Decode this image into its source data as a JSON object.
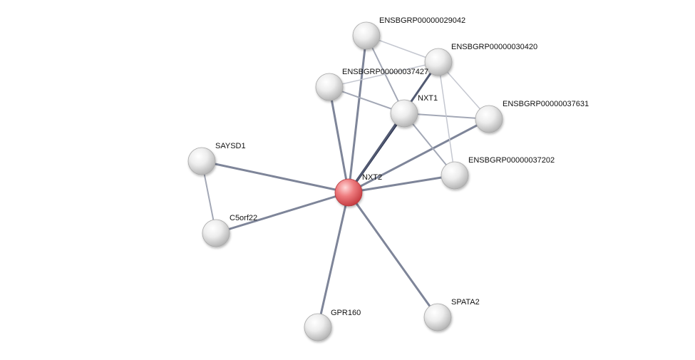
{
  "network": {
    "nodes": [
      {
        "id": "NXT2",
        "label": "NXT2",
        "query": true
      },
      {
        "id": "ENSBGRP00000029042",
        "label": "ENSBGRP00000029042",
        "query": false
      },
      {
        "id": "ENSBGRP00000030420",
        "label": "ENSBGRP00000030420",
        "query": false
      },
      {
        "id": "ENSBGRP00000037427",
        "label": "ENSBGRP00000037427",
        "query": false
      },
      {
        "id": "NXT1",
        "label": "NXT1",
        "query": false
      },
      {
        "id": "ENSBGRP00000037631",
        "label": "ENSBGRP00000037631",
        "query": false
      },
      {
        "id": "ENSBGRP00000037202",
        "label": "ENSBGRP00000037202",
        "query": false
      },
      {
        "id": "SAYSD1",
        "label": "SAYSD1",
        "query": false
      },
      {
        "id": "C5orf22",
        "label": "C5orf22",
        "query": false
      },
      {
        "id": "GPR160",
        "label": "GPR160",
        "query": false
      },
      {
        "id": "SPATA2",
        "label": "SPATA2",
        "query": false
      }
    ],
    "edges": [
      {
        "source": "NXT2",
        "target": "NXT1",
        "confidence": "highest"
      },
      {
        "source": "NXT2",
        "target": "ENSBGRP00000029042",
        "confidence": "medium"
      },
      {
        "source": "NXT2",
        "target": "ENSBGRP00000037427",
        "confidence": "medium"
      },
      {
        "source": "NXT2",
        "target": "ENSBGRP00000030420",
        "confidence": "high"
      },
      {
        "source": "NXT2",
        "target": "ENSBGRP00000037631",
        "confidence": "medium"
      },
      {
        "source": "NXT2",
        "target": "ENSBGRP00000037202",
        "confidence": "medium"
      },
      {
        "source": "NXT2",
        "target": "SAYSD1",
        "confidence": "medium"
      },
      {
        "source": "NXT2",
        "target": "C5orf22",
        "confidence": "medium"
      },
      {
        "source": "NXT2",
        "target": "GPR160",
        "confidence": "medium"
      },
      {
        "source": "NXT2",
        "target": "SPATA2",
        "confidence": "medium"
      },
      {
        "source": "SAYSD1",
        "target": "C5orf22",
        "confidence": "low"
      },
      {
        "source": "ENSBGRP00000029042",
        "target": "ENSBGRP00000030420",
        "confidence": "lowest"
      },
      {
        "source": "ENSBGRP00000029042",
        "target": "NXT1",
        "confidence": "low"
      },
      {
        "source": "ENSBGRP00000037427",
        "target": "ENSBGRP00000030420",
        "confidence": "lowest"
      },
      {
        "source": "ENSBGRP00000037427",
        "target": "NXT1",
        "confidence": "low"
      },
      {
        "source": "NXT1",
        "target": "ENSBGRP00000037631",
        "confidence": "low"
      },
      {
        "source": "NXT1",
        "target": "ENSBGRP00000037202",
        "confidence": "low"
      },
      {
        "source": "ENSBGRP00000030420",
        "target": "ENSBGRP00000037631",
        "confidence": "lowest"
      },
      {
        "source": "ENSBGRP00000030420",
        "target": "ENSBGRP00000037202",
        "confidence": "lowest"
      }
    ],
    "colors": {
      "query_node": "#e0474c",
      "query_node_highlight": "#ffd6d6",
      "partner_node": "#b9b9b9",
      "partner_node_highlight": "#ffffff",
      "edge_highest": "#2b3350",
      "edge_high": "#525a72",
      "edge_medium": "#7e8599",
      "edge_low": "#a3a8b6",
      "edge_lowest": "#c4c7d0"
    }
  }
}
